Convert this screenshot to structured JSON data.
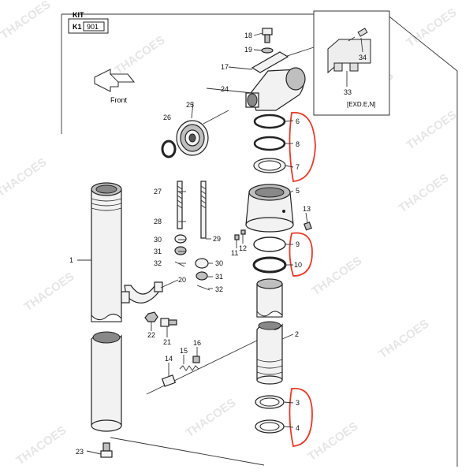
{
  "kit_box": {
    "title": "KIT",
    "row_label": "K1",
    "row_value": "901"
  },
  "direction": {
    "label": "Front"
  },
  "inset": {
    "label": "[EXD.E,N]"
  },
  "watermark": "THACOES",
  "highlight_color": "#e53a2a",
  "callouts": {
    "p1": "1",
    "p2": "2",
    "p3": "3",
    "p4": "4",
    "p5": "5",
    "p6": "6",
    "p7": "7",
    "p8": "8",
    "p9": "9",
    "p10": "10",
    "p11": "11",
    "p12": "12",
    "p13": "13",
    "p14": "14",
    "p15": "15",
    "p16": "16",
    "p17": "17",
    "p18": "18",
    "p19": "19",
    "p20": "20",
    "p21": "21",
    "p22": "22",
    "p23": "23",
    "p24": "24",
    "p25": "25",
    "p26": "26",
    "p27": "27",
    "p28": "28",
    "p29": "29",
    "p30a": "30",
    "p30b": "30",
    "p31a": "31",
    "p31b": "31",
    "p32a": "32",
    "p32b": "32",
    "p33": "33",
    "p34": "34"
  }
}
